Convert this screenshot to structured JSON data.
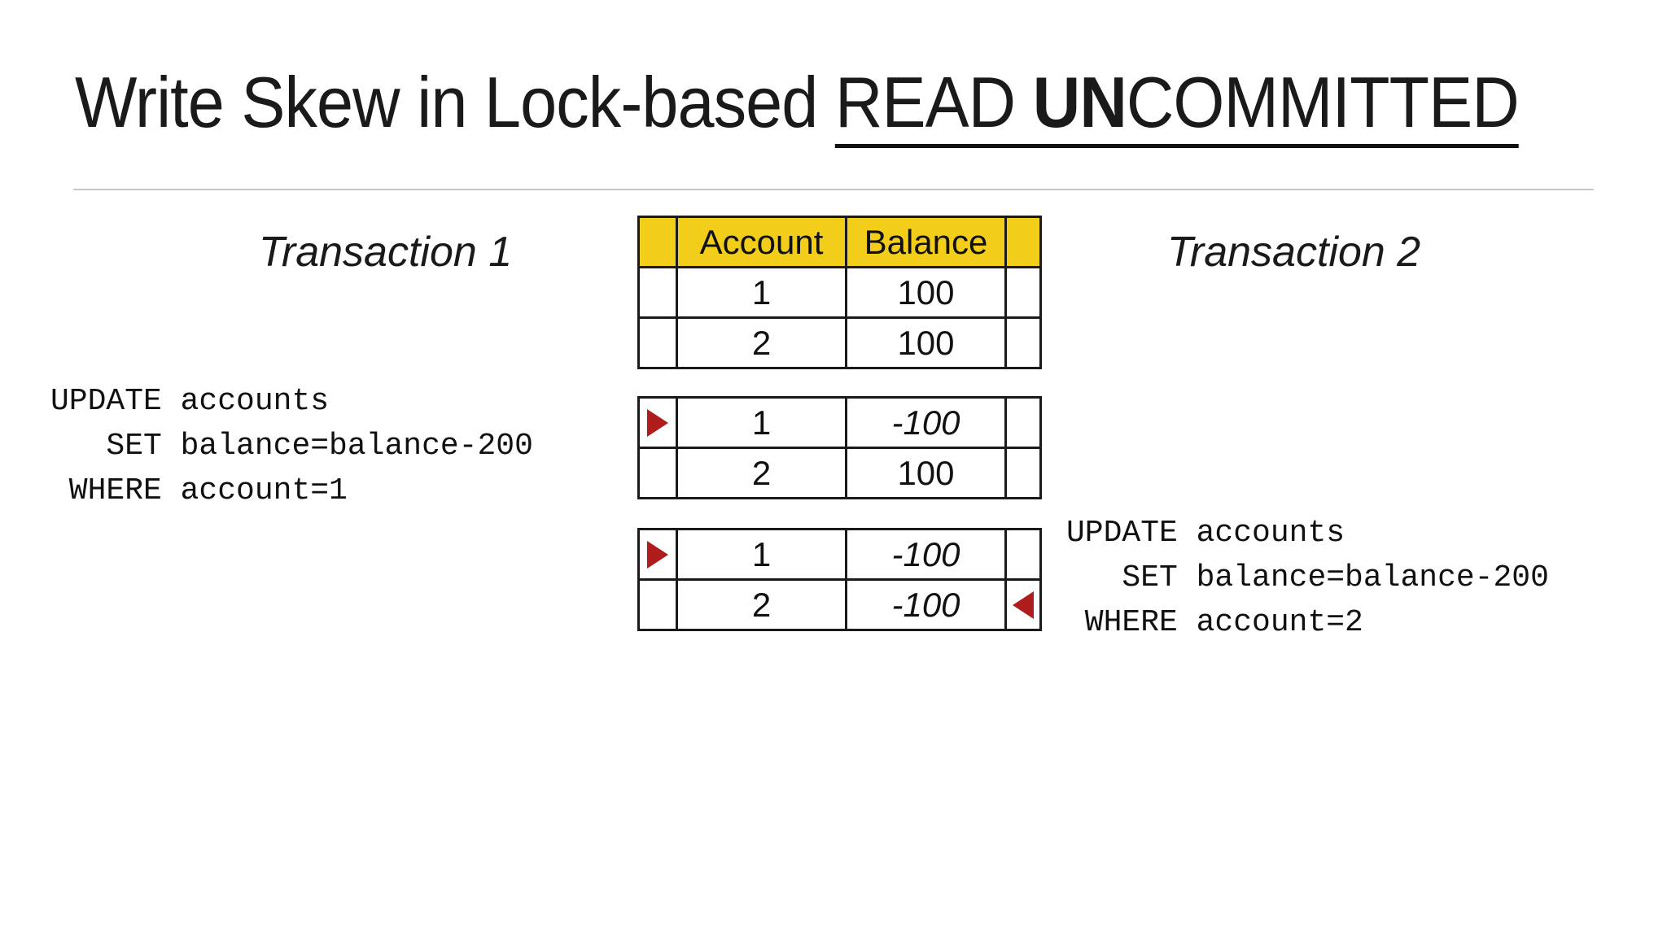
{
  "title": {
    "prefix": "Write Skew in Lock-based ",
    "emph_lead": "READ ",
    "emph_bold": "UN",
    "emph_tail": "COMMITTED",
    "full_text": "Write Skew in Lock-based READ UNCOMMITTED"
  },
  "transactions": {
    "left": {
      "label": "Transaction 1",
      "sql": "UPDATE accounts\n   SET balance=balance-200\n WHERE account=1"
    },
    "right": {
      "label": "Transaction 2",
      "sql": "UPDATE accounts\n   SET balance=balance-200\n WHERE account=2"
    }
  },
  "table": {
    "headers": [
      "",
      "Account",
      "Balance",
      ""
    ],
    "blocks": [
      {
        "name": "initial-state",
        "has_header": true,
        "rows": [
          {
            "marker_left": "",
            "account": "1",
            "balance": "100",
            "negative": false,
            "marker_right": ""
          },
          {
            "marker_left": "",
            "account": "2",
            "balance": "100",
            "negative": false,
            "marker_right": ""
          }
        ]
      },
      {
        "name": "after-transaction-1",
        "has_header": false,
        "rows": [
          {
            "marker_left": "triangle-right-icon",
            "account": "1",
            "balance": "-100",
            "negative": true,
            "marker_right": ""
          },
          {
            "marker_left": "",
            "account": "2",
            "balance": "100",
            "negative": false,
            "marker_right": ""
          }
        ]
      },
      {
        "name": "after-transaction-2",
        "has_header": false,
        "rows": [
          {
            "marker_left": "triangle-right-icon",
            "account": "1",
            "balance": "-100",
            "negative": true,
            "marker_right": ""
          },
          {
            "marker_left": "",
            "account": "2",
            "balance": "-100",
            "negative": true,
            "marker_right": "triangle-left-icon"
          }
        ]
      }
    ]
  },
  "colors": {
    "header_yellow": "#F2CE1B",
    "marker_red": "#AF1C1C",
    "border": "#1a1a1a",
    "divider": "#c8c8c8",
    "text": "#111111",
    "background": "#ffffff"
  }
}
